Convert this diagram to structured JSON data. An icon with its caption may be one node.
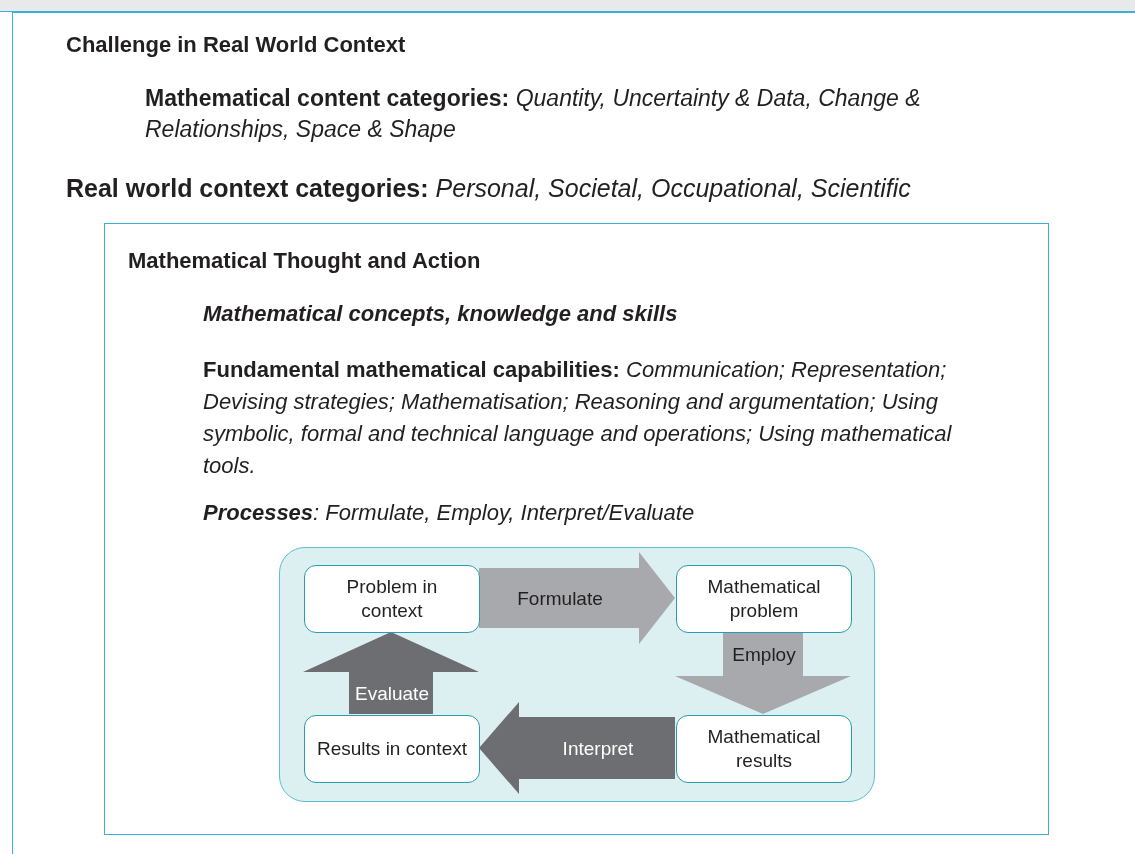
{
  "diagram": {
    "nodes": [
      {
        "text": [
          "Challenge in Real World Context",
          "**Mathematical content categories:** *Quantity, Uncertainty & Data, Change & Relationships, Space & Shape*",
          "**Real world context categories:** *Personal, Societal, Occupational, Scientific*"
        ]
      },
      {
        "text": [
          "Mathematical Thought and Action",
          "Mathematical concepts, knowledge and skills",
          "**Fundamental mathematical capabilities:** *Communication; Representation; Devising strategies; Mathematisation; Reasoning and argumentation; Using symbolic, formal and technical language and operations; Using mathematical tools.*",
          "**Processes**: Formulate, Employ, Interpret/Evaluate"
        ],
        "in": 0
      },
      {
        "text": [],
        "shape": "box",
        "in": 1
      },
      {
        "text": [
          "Problem in context"
        ],
        "in": 2
      },
      {
        "text": [
          "Mathematical problem"
        ],
        "in": 2
      },
      {
        "text": [
          "Results in context"
        ],
        "in": 2
      },
      {
        "text": [
          "Mathematical results"
        ],
        "in": 2
      }
    ],
    "edges": [
      {
        "from": 3,
        "to": 4,
        "arrow": "to",
        "label": "Formulate",
        "color": "#a7a9ac"
      },
      {
        "from": 4,
        "to": 6,
        "arrow": "to",
        "label": "Employ",
        "color": "#a7a9ac"
      },
      {
        "from": 6,
        "to": 5,
        "arrow": "to",
        "label": "Interpret",
        "color": "#6d6e71"
      },
      {
        "from": 5,
        "to": 3,
        "arrow": "to",
        "label": "Evaluate",
        "color": "#6d6e71"
      }
    ]
  }
}
